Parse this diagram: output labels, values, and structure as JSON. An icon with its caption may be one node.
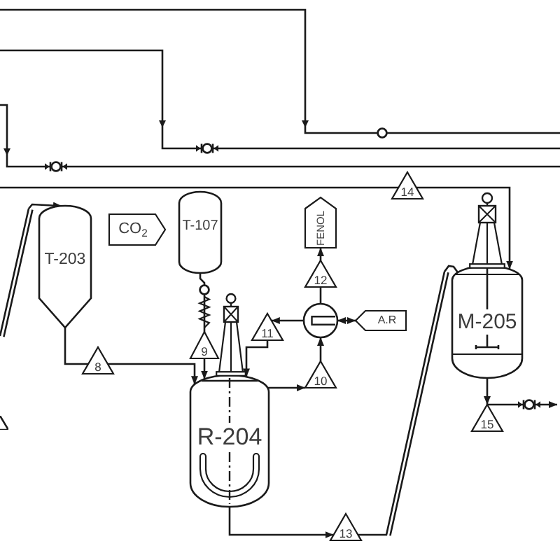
{
  "diagram": {
    "nodes": [
      {
        "text": [
          "T-203"
        ]
      },
      {
        "text": [
          "CO$_{2}$"
        ]
      },
      {
        "text": [
          "T-107"
        ]
      },
      {
        "text": [
          "FENOL"
        ]
      },
      {
        "text": [
          "A.R"
        ]
      },
      {
        "text": [],
        "shape": "circle"
      },
      {
        "text": [
          "R-204"
        ]
      },
      {
        "text": [
          "M-205"
        ]
      },
      {
        "text": [
          "8"
        ]
      },
      {
        "text": [
          "9"
        ]
      },
      {
        "text": [
          "10"
        ]
      },
      {
        "text": [
          "11"
        ]
      },
      {
        "text": [
          "12"
        ]
      },
      {
        "text": [
          "13"
        ]
      },
      {
        "text": [
          "14"
        ]
      },
      {
        "text": [
          "15"
        ]
      },
      {
        "text": [],
        "shape": "triangle"
      }
    ],
    "edges": [
      {
        "from": null,
        "to": 0,
        "arrow": "to"
      },
      {
        "from": 0,
        "to": 8,
        "arrow": "none"
      },
      {
        "from": 8,
        "to": 6,
        "arrow": "to"
      },
      {
        "from": 2,
        "to": 9,
        "arrow": "none"
      },
      {
        "from": 9,
        "to": 6,
        "arrow": "to"
      },
      {
        "from": 5,
        "to": 11,
        "arrow": "to"
      },
      {
        "from": 11,
        "to": 6,
        "arrow": "to"
      },
      {
        "from": 6,
        "to": 10,
        "arrow": "to"
      },
      {
        "from": 10,
        "to": 5,
        "arrow": "to"
      },
      {
        "from": 5,
        "to": 12,
        "arrow": "none"
      },
      {
        "from": 12,
        "to": 3,
        "arrow": "to"
      },
      {
        "from": 5,
        "to": 4,
        "arrow": "both"
      },
      {
        "from": 6,
        "to": 13,
        "arrow": "to"
      },
      {
        "from": 13,
        "to": 7,
        "arrow": "none"
      },
      {
        "from": null,
        "to": 14,
        "arrow": "none"
      },
      {
        "from": 14,
        "to": 7,
        "arrow": "to"
      },
      {
        "from": 7,
        "to": 15,
        "arrow": "to"
      },
      {
        "from": 15,
        "to": null,
        "arrow": "to"
      }
    ]
  }
}
